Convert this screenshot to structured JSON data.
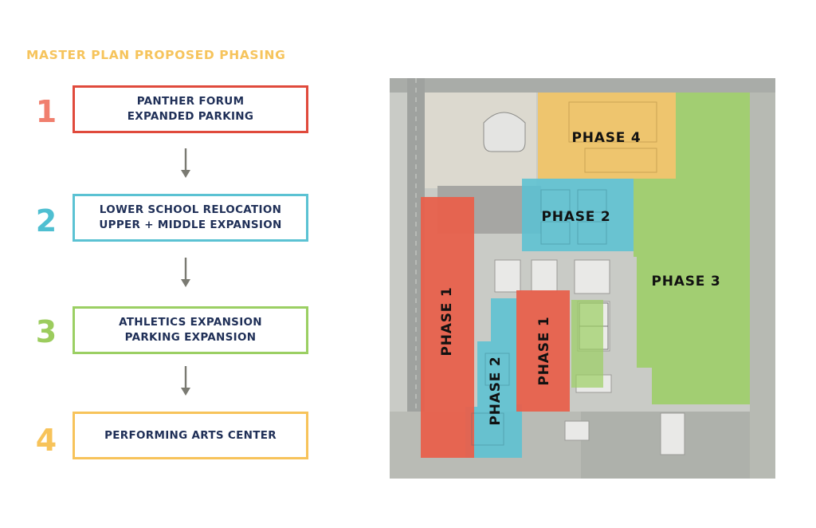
{
  "title": "MASTER PLAN PROPOSED PHASING",
  "colors": {
    "phase1": "#e8604c",
    "phase2": "#5bc2d3",
    "phase3": "#9bcf63",
    "phase4": "#f7c35a",
    "text": "#1f2f57",
    "arrow": "#7a7a72"
  },
  "steps": [
    {
      "number": "1",
      "label": "PANTHER FORUM\nEXPANDED PARKING"
    },
    {
      "number": "2",
      "label": "LOWER SCHOOL RELOCATION\nUPPER + MIDDLE EXPANSION"
    },
    {
      "number": "3",
      "label": "ATHLETICS EXPANSION\nPARKING EXPANSION"
    },
    {
      "number": "4",
      "label": "PERFORMING ARTS CENTER"
    }
  ],
  "map": {
    "phase4_label": "PHASE 4",
    "phase2_top_label": "PHASE 2",
    "phase3_label": "PHASE 3",
    "phase1_left_label": "PHASE 1",
    "phase2_lower_label": "PHASE 2",
    "phase1_center_label": "PHASE 1"
  }
}
